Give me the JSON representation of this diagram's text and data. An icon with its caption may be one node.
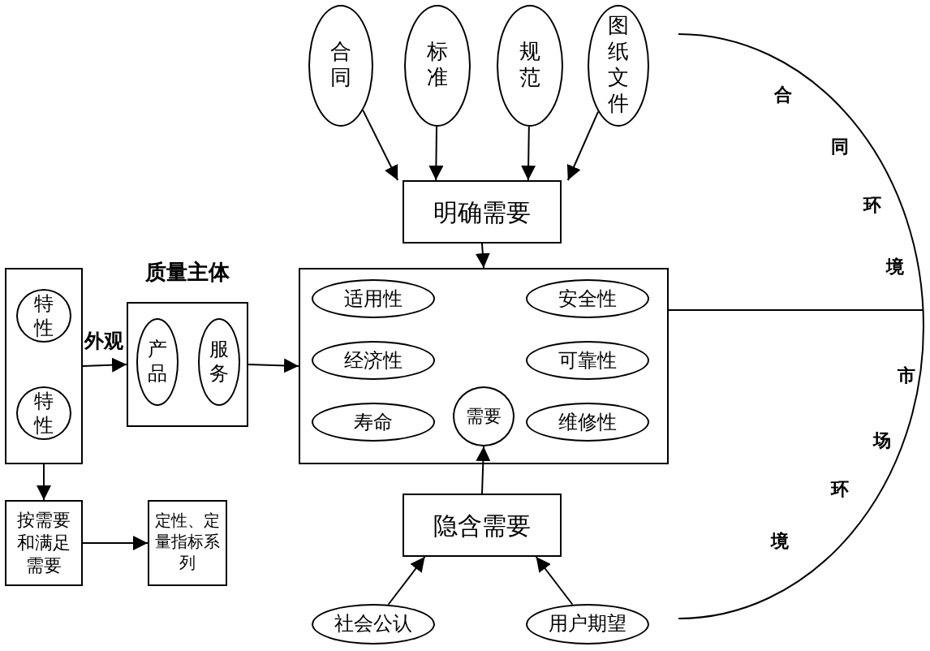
{
  "diagram": {
    "nodes": [
      {
        "text": [
          "合同"
        ]
      },
      {
        "text": [
          "标准"
        ]
      },
      {
        "text": [
          "规范"
        ]
      },
      {
        "text": [
          "图纸文件"
        ]
      },
      {
        "text": [
          "明确需要"
        ]
      },
      {
        "text": [],
        "shape": "box"
      },
      {
        "text": [
          "适用性"
        ],
        "in": 5
      },
      {
        "text": [
          "安全性"
        ],
        "in": 5
      },
      {
        "text": [
          "经济性"
        ],
        "in": 5
      },
      {
        "text": [
          "可靠性"
        ],
        "in": 5
      },
      {
        "text": [
          "寿命"
        ],
        "in": 5
      },
      {
        "text": [
          "需要"
        ],
        "in": 5
      },
      {
        "text": [
          "维修性"
        ],
        "in": 5
      },
      {
        "text": [
          "隐含需要"
        ]
      },
      {
        "text": [
          "社会公认"
        ]
      },
      {
        "text": [
          "用户期望"
        ]
      },
      {
        "text": [],
        "shape": "box"
      },
      {
        "text": [
          "特性"
        ],
        "in": 16
      },
      {
        "text": [
          "特性"
        ],
        "in": 16
      },
      {
        "text": [
          "质量主体"
        ]
      },
      {
        "text": [
          "产品"
        ],
        "in": 19
      },
      {
        "text": [
          "服务"
        ],
        "in": 19
      },
      {
        "text": [
          "按需要和满足需要"
        ]
      },
      {
        "text": [
          "定性、定量指标系列"
        ]
      }
    ],
    "edges": [
      {
        "from": 0,
        "to": 4,
        "arrow": "to"
      },
      {
        "from": 1,
        "to": 4,
        "arrow": "to"
      },
      {
        "from": 2,
        "to": 4,
        "arrow": "to"
      },
      {
        "from": 3,
        "to": 4,
        "arrow": "to"
      },
      {
        "from": 4,
        "to": 5,
        "arrow": "to"
      },
      {
        "from": 13,
        "to": 11,
        "arrow": "to"
      },
      {
        "from": 14,
        "to": 13,
        "arrow": "to"
      },
      {
        "from": 15,
        "to": 13,
        "arrow": "to"
      },
      {
        "from": 16,
        "to": 19,
        "arrow": "to",
        "label": "外观"
      },
      {
        "from": 19,
        "to": 5,
        "arrow": "to"
      },
      {
        "from": 16,
        "to": 22,
        "arrow": "to"
      },
      {
        "from": 22,
        "to": 23,
        "arrow": "to"
      }
    ],
    "labels": [
      "合同环境",
      "市场环境"
    ]
  }
}
